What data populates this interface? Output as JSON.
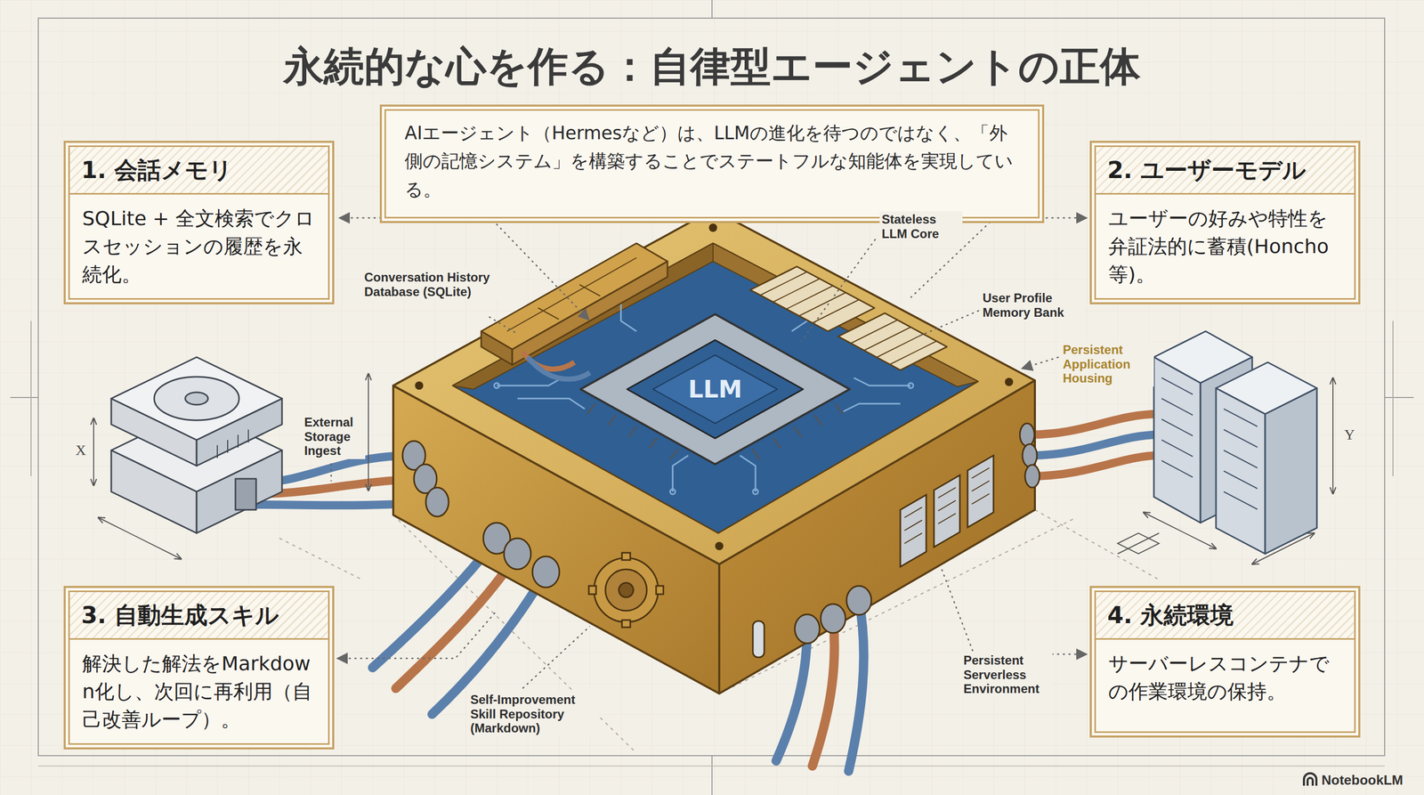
{
  "diagram": {
    "title": "永続的な心を作る：自律型エージェントの正体",
    "nodes": [
      {
        "text": [
          "AIエージェント（Hermesなど）は、LLMの進化を待つのではなく、「外側の記憶システム」を構築することでステートフルな知能体を実現している。"
        ]
      },
      {
        "text": [
          "1. 会話メモリ",
          "SQLite + 全文検索でクロスセッションの履歴を永続化。"
        ]
      },
      {
        "text": [
          "2. ユーザーモデル",
          "ユーザーの好みや特性を弁証法的に蓄積(Honcho等)。"
        ]
      },
      {
        "text": [
          "3. 自動生成スキル",
          "解決した解法をMarkdown化し、次回に再利用（自己改善ループ）。"
        ]
      },
      {
        "text": [
          "4. 永続環境",
          "サーバーレスコンテナでの作業環境の保持。"
        ]
      }
    ],
    "labels": [
      "Stateless LLM Core",
      "Conversation History Database (SQLite)",
      "User Profile Memory Bank",
      "Persistent Application Housing",
      "LLM",
      "External Storage Ingest",
      "Y",
      "X",
      "Persistent Serverless Environment",
      "Self-Improvement Skill Repository (Markdown)",
      "NotebookLM"
    ]
  }
}
